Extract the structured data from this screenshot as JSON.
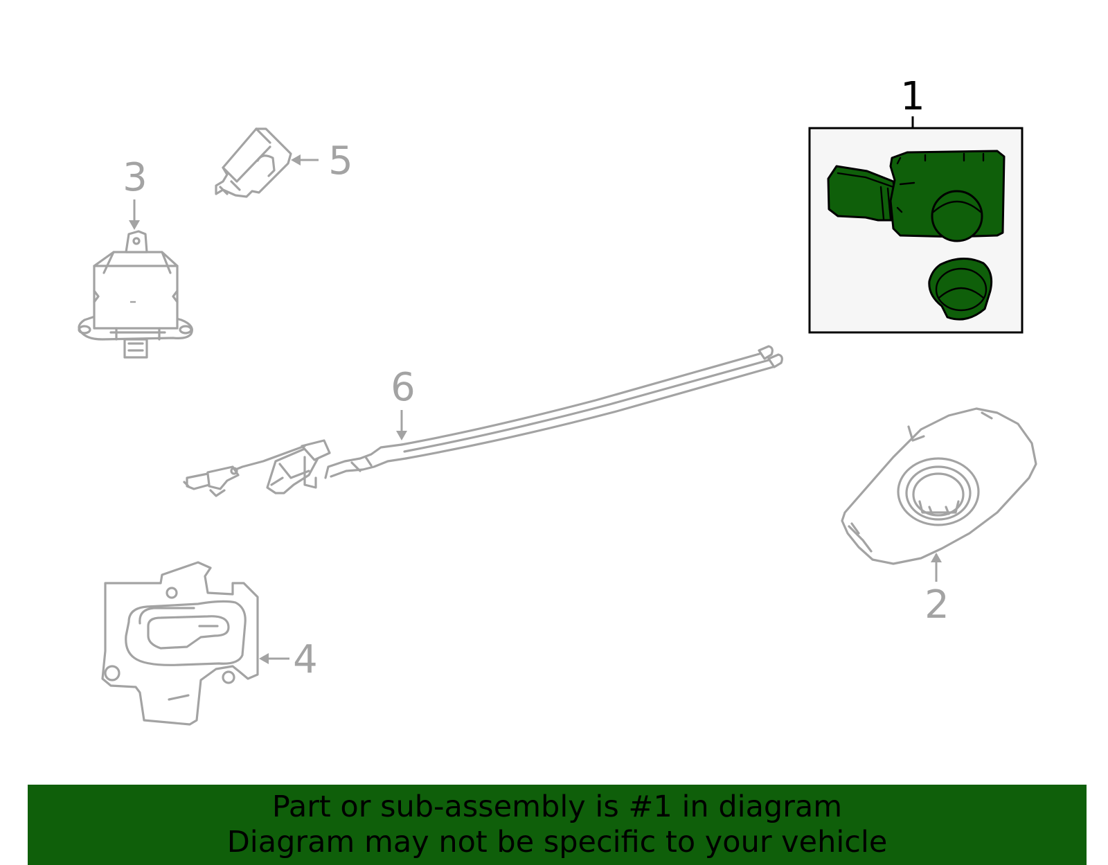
{
  "callouts": {
    "c1": "1",
    "c2": "2",
    "c3": "3",
    "c4": "4",
    "c5": "5",
    "c6": "6"
  },
  "banner": {
    "line1": "Part or sub-assembly is #1 in diagram",
    "line2": "Diagram may not be specific to your vehicle"
  },
  "colors": {
    "highlight_green": "#0f5f0a",
    "part_gray": "#a3a3a3",
    "box_background": "#f6f6f6"
  }
}
